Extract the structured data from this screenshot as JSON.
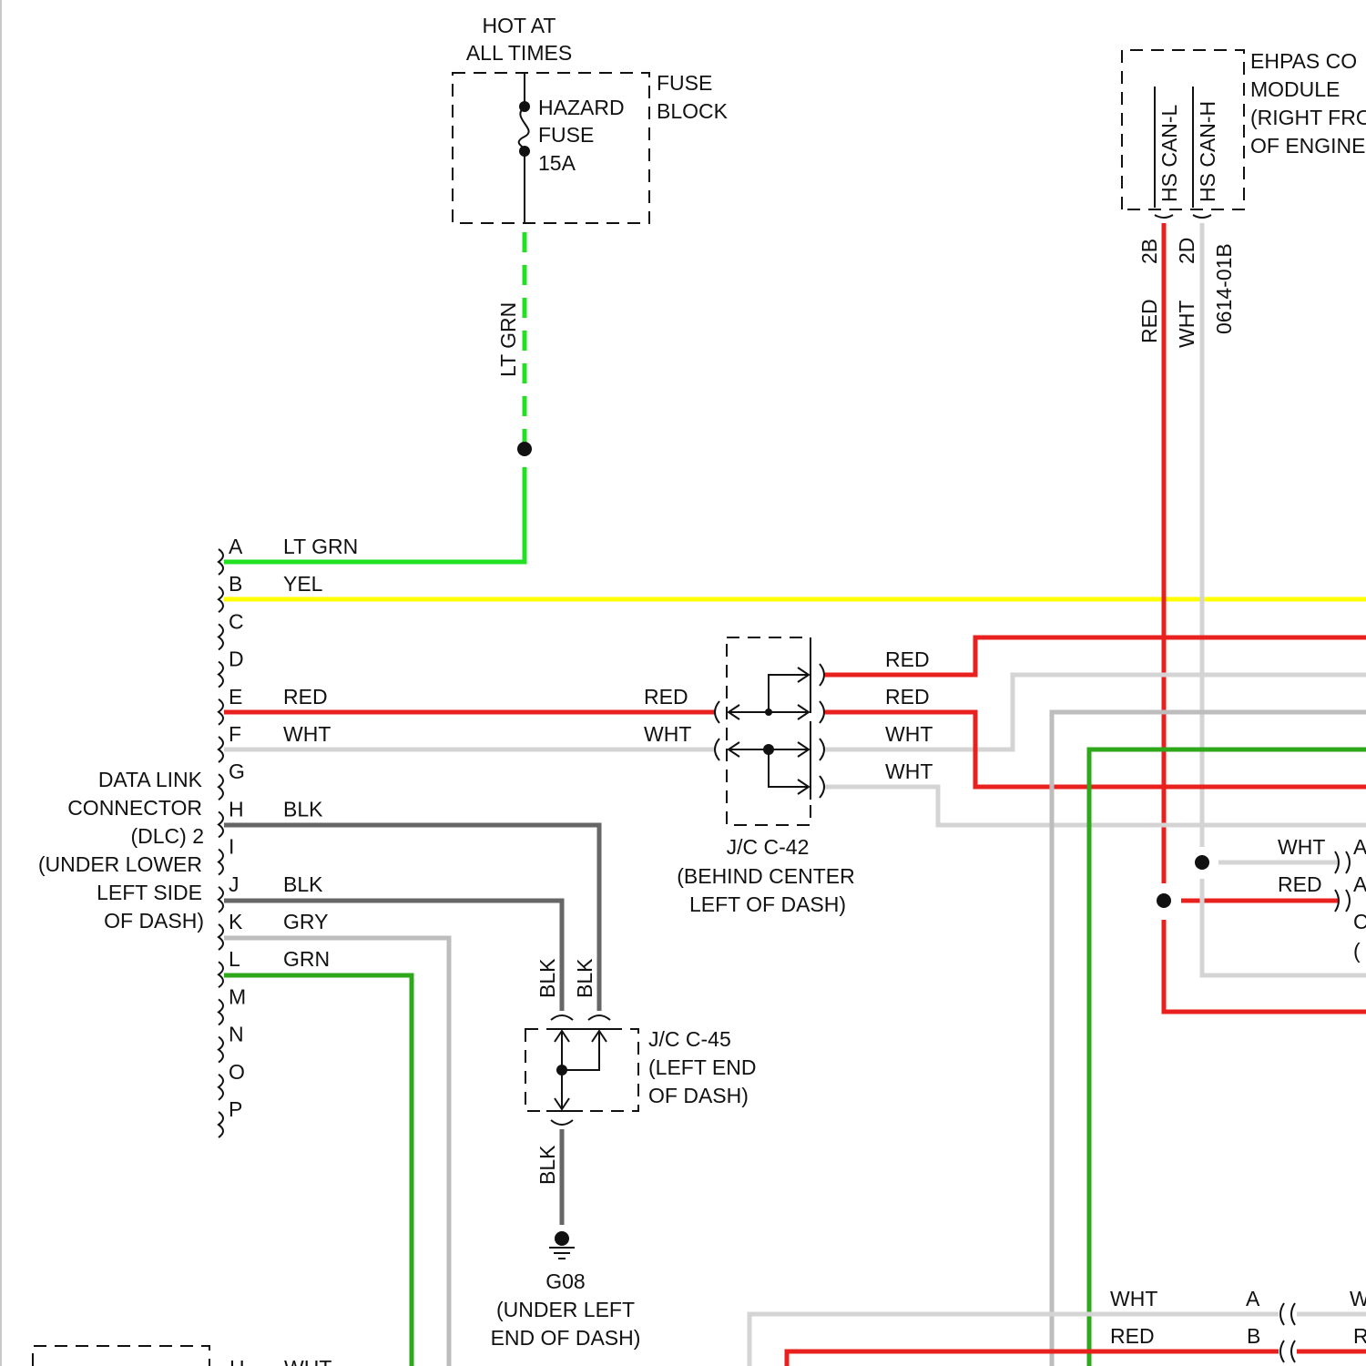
{
  "fuse_block": {
    "supply_line1": "HOT AT",
    "supply_line2": "ALL TIMES",
    "fuse_line1": "HAZARD",
    "fuse_line2": "FUSE",
    "fuse_line3": "15A",
    "block_line1": "FUSE",
    "block_line2": "BLOCK"
  },
  "ehpas_module": {
    "line1": "EHPAS CO",
    "line2": "MODULE",
    "line3": "(RIGHT FRO",
    "line4": "OF ENGINE",
    "pin_can_l": "HS CAN-L",
    "pin_can_h": "HS CAN-H",
    "pin_2b": "2B",
    "pin_2d": "2D",
    "wire_red": "RED",
    "wire_wht": "WHT",
    "code": "0614-01B"
  },
  "fuse_wire": {
    "color": "LT GRN"
  },
  "dlc": {
    "line1": "DATA LINK",
    "line2": "CONNECTOR",
    "line3": "(DLC) 2",
    "line4": "(UNDER LOWER",
    "line5": "LEFT SIDE",
    "line6": "OF DASH)",
    "pins": [
      {
        "pin": "A",
        "wire": "LT GRN"
      },
      {
        "pin": "B",
        "wire": "YEL"
      },
      {
        "pin": "C",
        "wire": ""
      },
      {
        "pin": "D",
        "wire": ""
      },
      {
        "pin": "E",
        "wire": "RED"
      },
      {
        "pin": "F",
        "wire": "WHT"
      },
      {
        "pin": "G",
        "wire": ""
      },
      {
        "pin": "H",
        "wire": "BLK"
      },
      {
        "pin": "I",
        "wire": ""
      },
      {
        "pin": "J",
        "wire": "BLK"
      },
      {
        "pin": "K",
        "wire": "GRY"
      },
      {
        "pin": "L",
        "wire": "GRN"
      },
      {
        "pin": "M",
        "wire": ""
      },
      {
        "pin": "N",
        "wire": ""
      },
      {
        "pin": "O",
        "wire": ""
      },
      {
        "pin": "P",
        "wire": ""
      }
    ]
  },
  "jc_c42": {
    "in_red": "RED",
    "in_wht": "WHT",
    "out1": "RED",
    "out2": "RED",
    "out3": "WHT",
    "out4": "WHT",
    "line1": "J/C C-42",
    "line2": "(BEHIND CENTER",
    "line3": "LEFT OF DASH)"
  },
  "jc_c45": {
    "wire1": "BLK",
    "wire2": "BLK",
    "wire_out": "BLK",
    "line1": "J/C C-45",
    "line2": "(LEFT END",
    "line3": "OF DASH)"
  },
  "ground": {
    "line1": "G08",
    "line2": "(UNDER LEFT",
    "line3": "END OF DASH)"
  },
  "right_connector": {
    "wht": "WHT",
    "red": "RED",
    "pin_a1": "A",
    "pin_a2": "A",
    "pin_c": "C",
    "paren": "("
  },
  "bottom_connector": {
    "wht": "WHT",
    "red": "RED",
    "pin_a": "A",
    "pin_b": "B",
    "right_w": "W",
    "right_r": "R"
  },
  "bottom_left": {
    "pin": "H",
    "wire": "WHT"
  },
  "colors": {
    "red": "#e8201e",
    "yellow": "#ffff00",
    "lt_grn": "#22e022",
    "grn": "#2ea81a",
    "wht": "#d4d4d4",
    "blk": "#666666",
    "gry": "#bdbdbd"
  }
}
